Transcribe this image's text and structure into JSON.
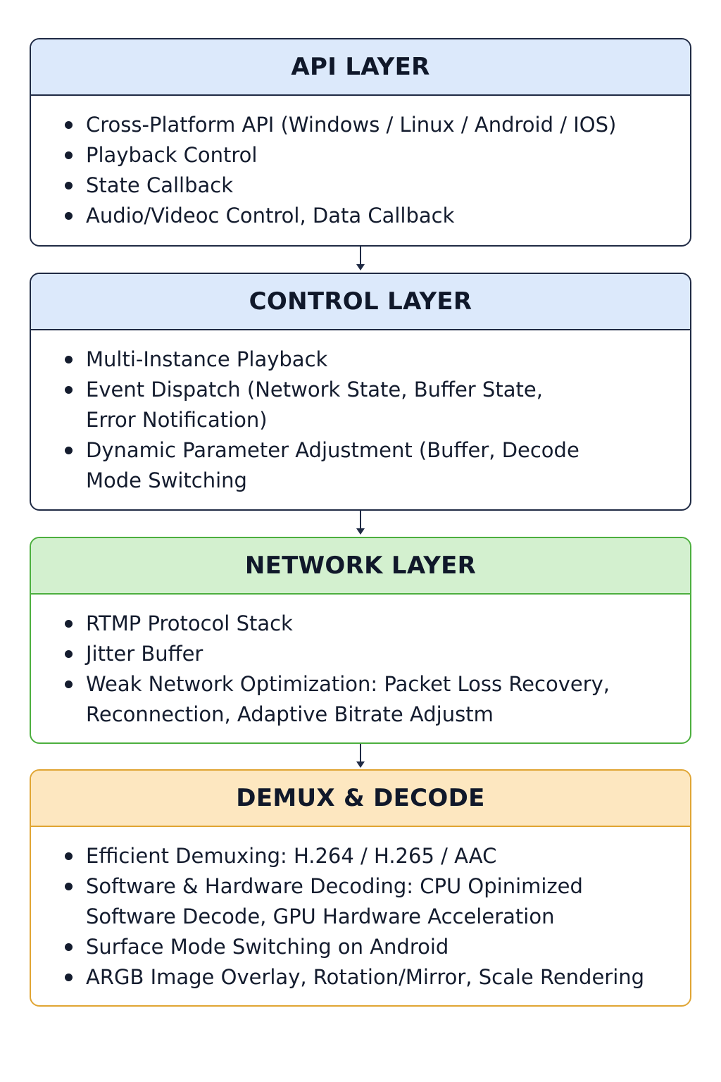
{
  "colors": {
    "api_header": "#dce9fb",
    "api_border": "#1f2a44",
    "control_header": "#dce9fb",
    "control_border": "#1f2a44",
    "network_header": "#d3f0cf",
    "network_border": "#4caf3e",
    "demux_header": "#fde7c0",
    "demux_border": "#e0a533",
    "arrow": "#1f2a44"
  },
  "layers": [
    {
      "title": "API LAYER",
      "items": [
        "Cross-Platform API (Windows / Linux / Android / IOS)",
        "Playback Control",
        "State Callback",
        "Audio/Videoc Control, Data Callback"
      ]
    },
    {
      "title": "CONTROL LAYER",
      "items": [
        "Multi-Instance Playback",
        "Event Dispatch (Network State, Buffer State,\nError Notification)",
        "Dynamic Parameter Adjustment (Buffer, Decode\nMode Switching"
      ]
    },
    {
      "title": "NETWORK LAYER",
      "items": [
        "RTMP Protocol Stack",
        "Jitter Buffer",
        "Weak Network Optimization: Packet Loss Recovery,\nReconnection, Adaptive Bitrate Adjustm"
      ]
    },
    {
      "title": "DEMUX & DECODE",
      "items": [
        "Efficient Demuxing: H.264 / H.265 / AAC",
        "Software & Hardware Decoding: CPU Opinimized\nSoftware Decode, GPU Hardware Acceleration",
        "Surface Mode Switching on Android",
        "ARGB Image Overlay, Rotation/Mirror, Scale Rendering"
      ]
    }
  ]
}
